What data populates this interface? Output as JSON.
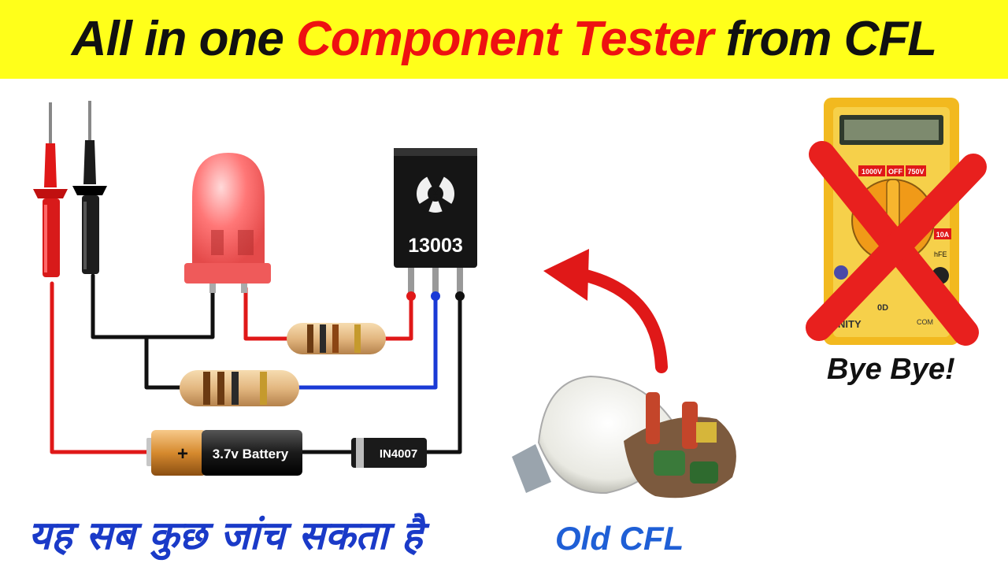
{
  "header": {
    "title_part1": "All in one ",
    "title_part2": "Component Tester",
    "title_part3": " from CFL",
    "banner_color": "#ffff1a",
    "accent_color": "#ee1111"
  },
  "circuit": {
    "transistor_label": "13003",
    "battery_label": "3.7v Battery",
    "battery_plus": "+",
    "diode_label": "IN4007"
  },
  "multimeter": {
    "label_1000v": "1000V",
    "label_off": "OFF",
    "label_750v": "750V",
    "label_10a": "10A",
    "label_hfe": "hFE",
    "label_com": "COM",
    "brand_partial": "NITY",
    "model_partial": "0D",
    "crossed_out": true
  },
  "captions": {
    "hindi_caption": "यह सब कुछ जांच सकता है",
    "old_cfl": "Old CFL",
    "bye_bye": "Bye Bye!"
  },
  "icons": [
    "red-probe-icon",
    "black-probe-icon",
    "led-icon",
    "transistor-icon",
    "resistor-icon",
    "battery-icon",
    "diode-icon",
    "cfl-bulb-icon",
    "multimeter-icon",
    "cross-icon",
    "arrow-icon"
  ]
}
